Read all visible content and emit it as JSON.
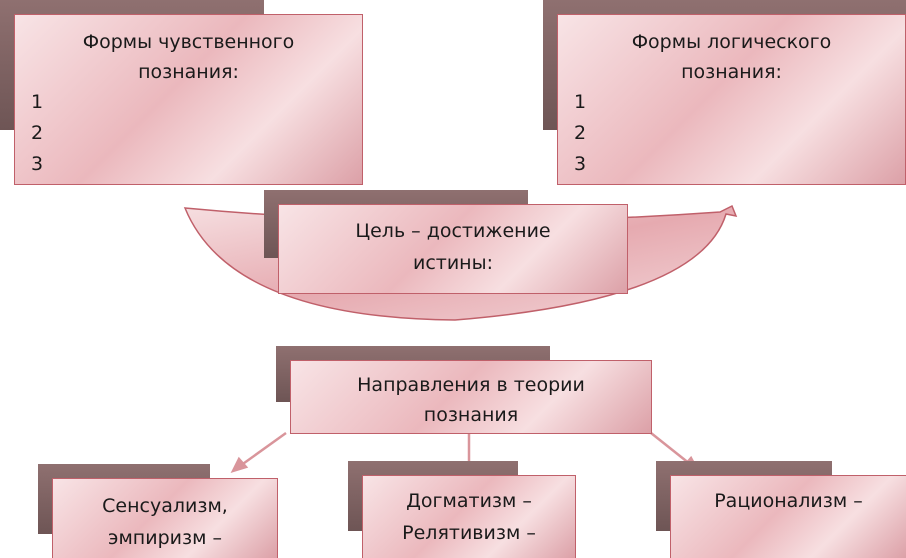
{
  "sensory_forms": {
    "title_line1": "Формы чувственного",
    "title_line2": "познания:",
    "items": [
      "1",
      "2",
      "3"
    ]
  },
  "logical_forms": {
    "title_line1": "Формы логического",
    "title_line2": "познания:",
    "items": [
      "1",
      "2",
      "3"
    ]
  },
  "goal": {
    "line1": "Цель – достижение",
    "line2": "истины:"
  },
  "directions": {
    "line1": "Направления в теории",
    "line2": "познания"
  },
  "sensualism": {
    "line1": "Сенсуализм,",
    "line2": "эмпиризм –"
  },
  "dogmatism": {
    "line1": "Догматизм –",
    "line2": "Релятивизм –"
  },
  "rationalism": {
    "line1": "Рационализм –"
  }
}
